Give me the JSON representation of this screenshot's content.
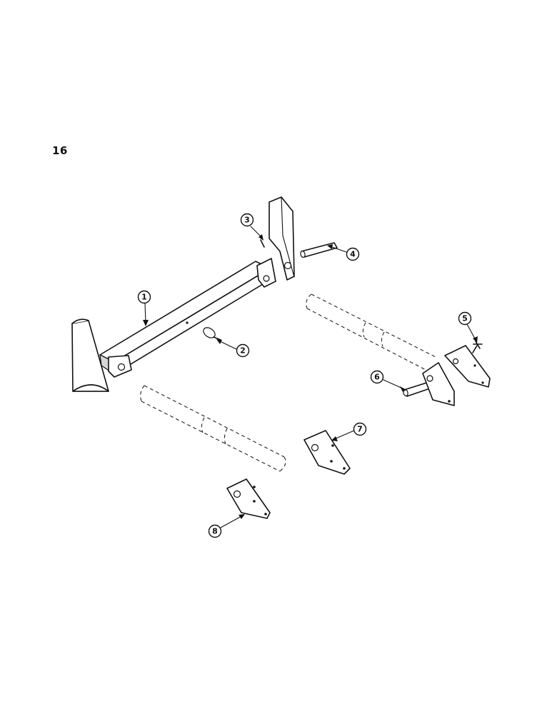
{
  "page": {
    "number": "16"
  },
  "callouts": [
    {
      "id": "callout-1",
      "label": "1"
    },
    {
      "id": "callout-2",
      "label": "2"
    },
    {
      "id": "callout-3",
      "label": "3"
    },
    {
      "id": "callout-4",
      "label": "4"
    },
    {
      "id": "callout-5",
      "label": "5"
    },
    {
      "id": "callout-6",
      "label": "6"
    },
    {
      "id": "callout-7",
      "label": "7"
    },
    {
      "id": "callout-8",
      "label": "8"
    }
  ]
}
